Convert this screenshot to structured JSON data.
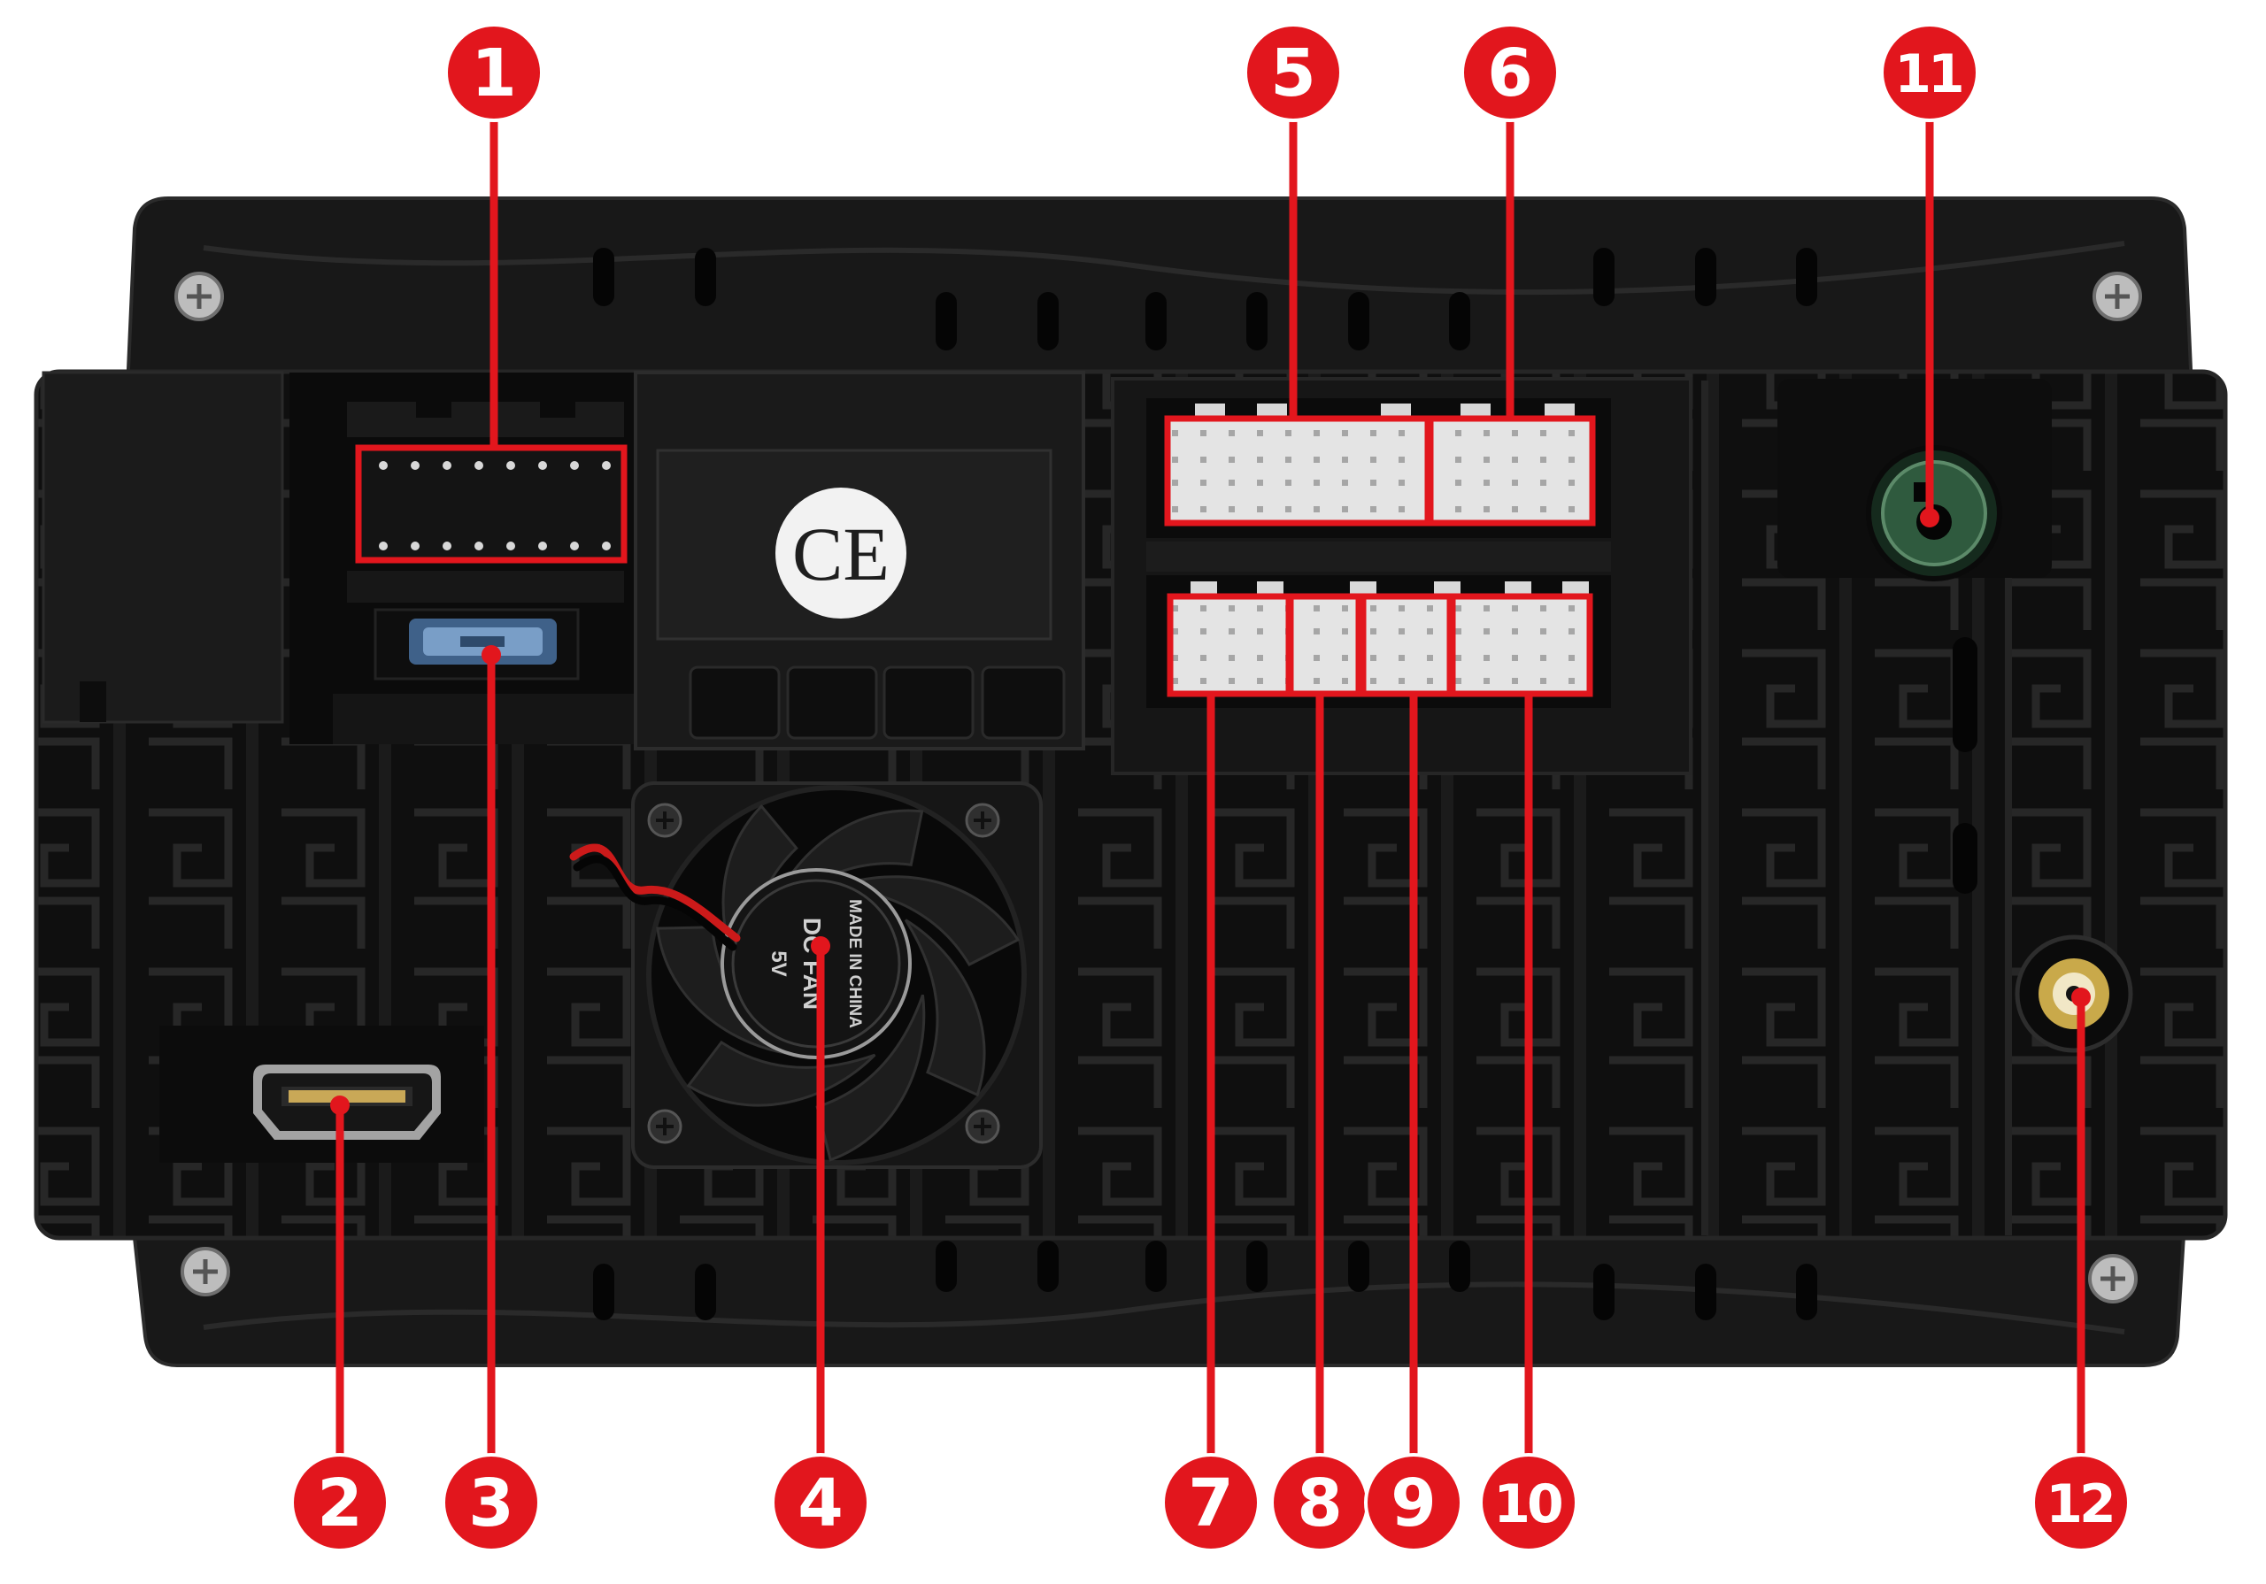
{
  "callouts": [
    "1",
    "2",
    "3",
    "4",
    "5",
    "6",
    "7",
    "8",
    "9",
    "10",
    "11",
    "12"
  ],
  "ce_mark": "CE",
  "fan_label": {
    "line1": "MADE IN CHINA",
    "line2": "DC FAN",
    "line3": "5V"
  },
  "colors": {
    "callout": "#e2161d",
    "antenna_port": "#2f5a3e",
    "rca_port": "#c9a94a"
  }
}
